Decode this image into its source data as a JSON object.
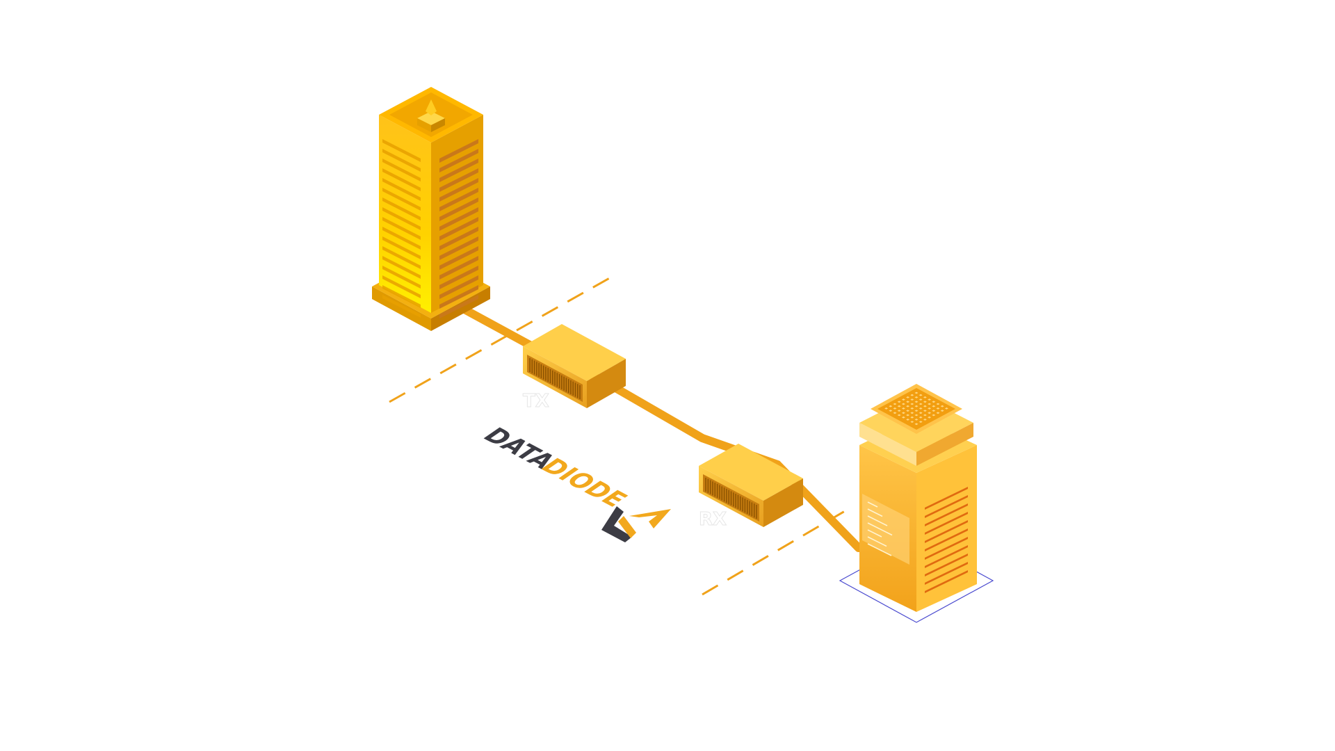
{
  "labels": {
    "tx": "TX",
    "rx": "RX"
  },
  "logo": {
    "word1": "DATA",
    "word2": "DIODE",
    "mark": "X"
  },
  "colors": {
    "primary": "#F2A81D",
    "light": "#FFD24A",
    "dark": "#D98A0A",
    "darker": "#B86A00",
    "cable": "#F0A21A",
    "logo_dark": "#3C3C44",
    "outline": "#4A4ACF",
    "stripe": "#E06A10"
  },
  "icons": {
    "left": "office-tower-icon",
    "right": "server-rack-icon",
    "devices": "network-box-icon"
  }
}
